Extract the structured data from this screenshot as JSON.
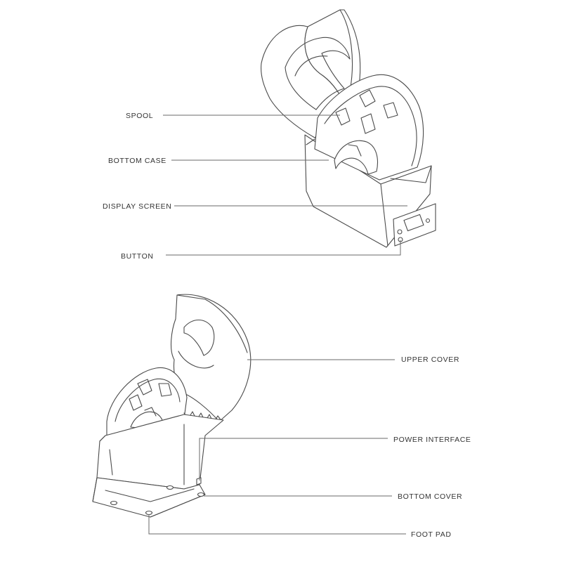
{
  "labels": {
    "spool": "SPOOL",
    "bottom_case": "BOTTOM CASE",
    "display_screen": "DISPLAY SCREEN",
    "button": "BUTTON",
    "upper_cover": "UPPER COVER",
    "power_interface": "POWER INTERFACE",
    "bottom_cover": "BOTTOM COVER",
    "foot_pad": "FOOT PAD"
  },
  "colors": {
    "ink": "#4a4a4a",
    "leader": "#6a6a6a",
    "text": "#333333",
    "background": "#ffffff"
  }
}
